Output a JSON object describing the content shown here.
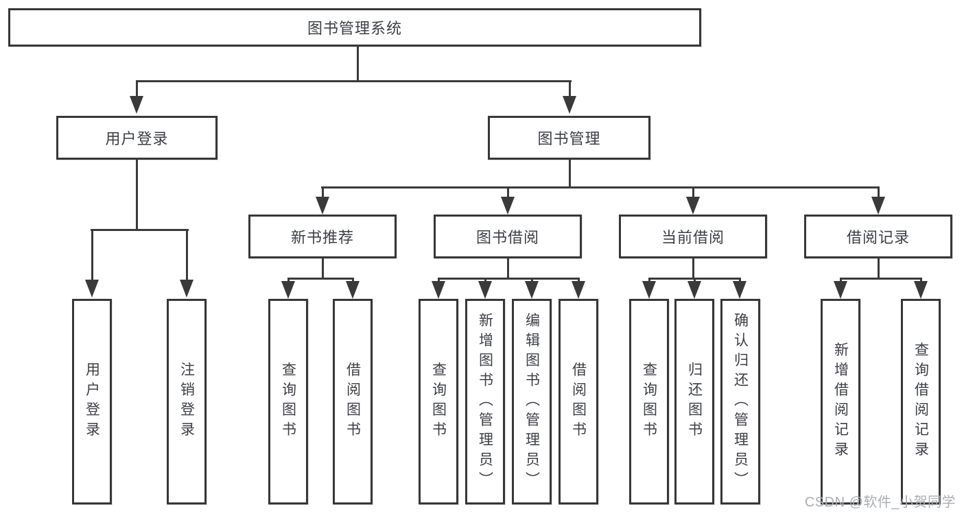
{
  "diagram": {
    "root": {
      "label": "图书管理系统"
    },
    "level2": [
      {
        "id": "user-login",
        "label": "用户登录"
      },
      {
        "id": "book-management",
        "label": "图书管理"
      }
    ],
    "level3": [
      {
        "id": "new-book-recommend",
        "label": "新书推荐",
        "parent": "图书管理"
      },
      {
        "id": "book-borrow",
        "label": "图书借阅",
        "parent": "图书管理"
      },
      {
        "id": "current-borrow",
        "label": "当前借阅",
        "parent": "图书管理"
      },
      {
        "id": "borrow-record",
        "label": "借阅记录",
        "parent": "图书管理"
      }
    ],
    "level4": [
      {
        "id": "user-login-leaf",
        "label": "用户登录",
        "parent": "用户登录"
      },
      {
        "id": "logout-login",
        "label": "注销登录",
        "parent": "用户登录"
      },
      {
        "id": "query-book-recommend",
        "label": "查询图书",
        "parent": "新书推荐"
      },
      {
        "id": "borrow-book-recommend",
        "label": "借阅图书",
        "parent": "新书推荐"
      },
      {
        "id": "query-book-borrow",
        "label": "查询图书",
        "parent": "图书借阅"
      },
      {
        "id": "add-book-admin",
        "label": "新增图书（管理员）",
        "parent": "图书借阅"
      },
      {
        "id": "edit-book-admin",
        "label": "编辑图书（管理员）",
        "parent": "图书借阅"
      },
      {
        "id": "borrow-book-borrow",
        "label": "借阅图书",
        "parent": "图书借阅"
      },
      {
        "id": "query-book-current",
        "label": "查询图书",
        "parent": "当前借阅"
      },
      {
        "id": "return-book",
        "label": "归还图书",
        "parent": "当前借阅"
      },
      {
        "id": "confirm-return-admin",
        "label": "确认归还（管理员）",
        "parent": "当前借阅"
      },
      {
        "id": "add-borrow-record",
        "label": "新增借阅记录",
        "parent": "借阅记录"
      },
      {
        "id": "query-borrow-record",
        "label": "查询借阅记录",
        "parent": "借阅记录"
      }
    ],
    "watermark": "CSDN @软件_小贺同学",
    "colors": {
      "line": "#3a3a3a",
      "box_border": "#373737",
      "text": "#3c3f45",
      "watermark": "#aaadb2",
      "background": "#ffffff"
    }
  }
}
